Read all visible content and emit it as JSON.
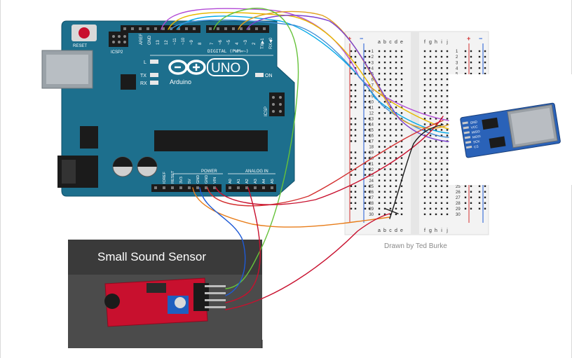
{
  "caption": "Drawn by Ted Burke",
  "arduino": {
    "reset_label": "RESET",
    "icsp2_label": "ICSP2",
    "aref_label": "AREF",
    "gnd_label": "GND",
    "pin13": "13",
    "pin12": "12",
    "pin11": "~11",
    "pin10": "~10",
    "pin9": "~9",
    "pin8": "8",
    "pin7": "7",
    "pin6": "~6",
    "pin5": "~5",
    "pin4": "4",
    "pin3": "~3",
    "pin2": "2",
    "pin_tx": "TX▶1",
    "pin_rx": "RX◀0",
    "digital_label": "DIGITAL (PWM=~)",
    "l_label": "L",
    "tx_label": "TX",
    "rx_label": "RX",
    "on_label": "ON",
    "uno_label": "UNO",
    "brand_label": "Arduino",
    "icsp_label": "ICSP",
    "power_label": "POWER",
    "analog_label": "ANALOG IN",
    "ioref_label": "IOREF",
    "reset2_label": "RESET",
    "v33_label": "3V3",
    "v5_label": "5V",
    "gnd2_label": "GND",
    "gnd3_label": "GND",
    "vin_label": "VIN",
    "a0": "A0",
    "a1": "A1",
    "a2": "A2",
    "a3": "A3",
    "a4": "A4",
    "a5": "A5"
  },
  "breadboard": {
    "columns_left": [
      "a",
      "b",
      "c",
      "d",
      "e"
    ],
    "columns_right": [
      "f",
      "g",
      "h",
      "i",
      "j"
    ],
    "rows": [
      "1",
      "2",
      "3",
      "4",
      "5",
      "6",
      "7",
      "8",
      "9",
      "10",
      "11",
      "12",
      "13",
      "14",
      "15",
      "16",
      "17",
      "18",
      "19",
      "20",
      "21",
      "22",
      "23",
      "24",
      "25",
      "26",
      "27",
      "28",
      "29",
      "30"
    ]
  },
  "sd_module": {
    "pins": [
      "GND",
      "VCC",
      "MISO",
      "MOSI",
      "SCK",
      "CS"
    ]
  },
  "sound_sensor": {
    "title": "Small Sound Sensor"
  },
  "colors": {
    "board_blue": "#1d6f8d",
    "breadboard": "#f3f3f3",
    "sd_blue": "#2a62b8",
    "sensor_red": "#c8102e"
  }
}
